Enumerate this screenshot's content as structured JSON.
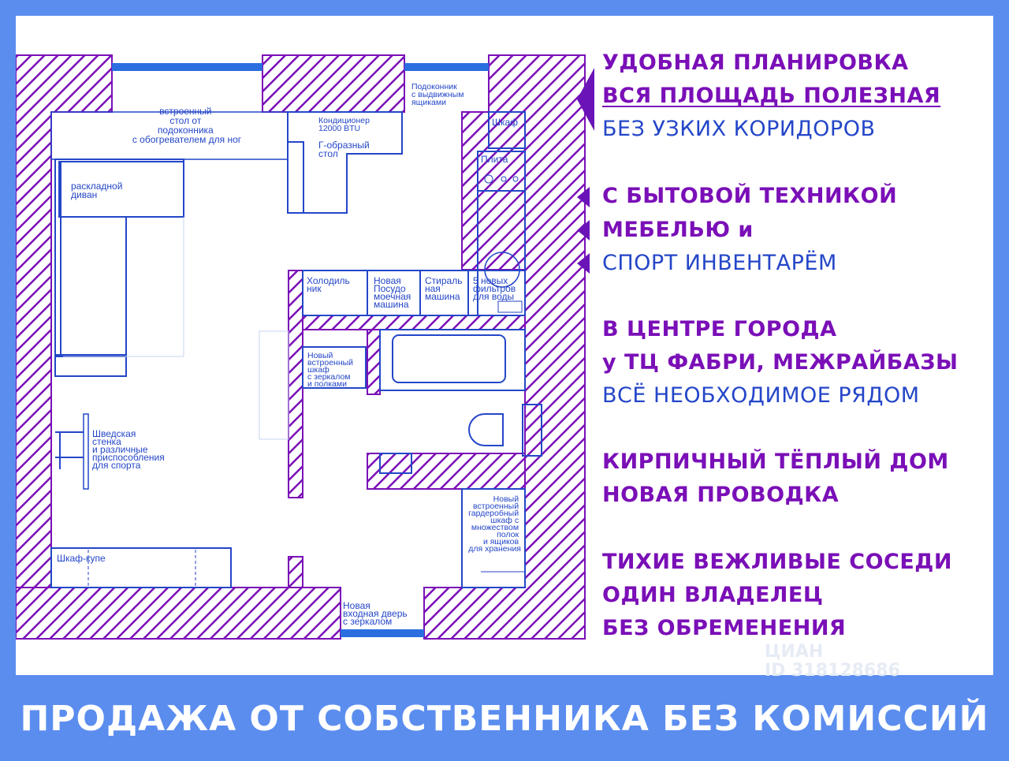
{
  "plan_labels": {
    "desk": [
      "встроенный",
      "стол от",
      "подоконника",
      "с обогревателем для ног"
    ],
    "air_conditioner": [
      "Кондиционер",
      "12000 BTU"
    ],
    "l_desk": [
      "Г-образный",
      "стол"
    ],
    "sill": [
      "Подоконник",
      "с выдвижным",
      "ящиками"
    ],
    "wardrobe_small": "Шкаф",
    "stove": "Плита",
    "sofa": [
      "раскладной",
      "диван"
    ],
    "fridge": [
      "Холодиль",
      "ник"
    ],
    "dishwasher": [
      "Новая",
      "Посудо",
      "моечная",
      "машина"
    ],
    "washer": [
      "Стираль",
      "ная",
      "машина"
    ],
    "filters": [
      "5 новых",
      "фильтров",
      "для воды"
    ],
    "mirror_closet": [
      "Новый",
      "встроенный",
      "шкаф",
      "с зеркалом",
      "и полками"
    ],
    "swedish_wall": [
      "Шведская",
      "стенка",
      "и различные",
      "приспособления",
      "для спорта"
    ],
    "hall_wardrobe": [
      "Новый",
      "встроенный",
      "гардеробный",
      "шкаф с",
      "множеством",
      "полок",
      "и ящиков",
      "для хранения"
    ],
    "coupe": "Шкаф-купе",
    "door": [
      "Новая",
      "входная дверь",
      "с зеркалом"
    ]
  },
  "features": {
    "line1": "УДОБНАЯ ПЛАНИРОВКА",
    "line2": "ВСЯ ПЛОЩАДЬ ПОЛЕЗНАЯ",
    "line3": "БЕЗ УЗКИХ КОРИДОРОВ",
    "line4": "С БЫТОВОЙ ТЕХНИКОЙ",
    "line5": "МЕБЕЛЬЮ и",
    "line6": "СПОРТ ИНВЕНТАРЁМ",
    "line7": "В ЦЕНТРЕ ГОРОДА",
    "line8": "у ТЦ ФАБРИ, МЕЖРАЙБАЗЫ",
    "line9": "ВСЁ НЕОБХОДИМОЕ РЯДОМ",
    "line10": "КИРПИЧНЫЙ ТЁПЛЫЙ ДОМ",
    "line11": "НОВАЯ ПРОВОДКА",
    "line12": "ТИХИЕ ВЕЖЛИВЫЕ СОСЕДИ",
    "line13": "ОДИН ВЛАДЕЛЕЦ",
    "line14": "БЕЗ ОБРЕМЕНЕНИЯ"
  },
  "footer": "ПРОДАЖА ОТ СОБСТВЕННИКА БЕЗ КОМИССИЙ",
  "watermark": [
    "ЦИАН",
    "ID 318128686"
  ],
  "colors": {
    "background": "#5b8def",
    "wall": "#7a0fb7",
    "plan": "#2446c8",
    "accent": "#7a0fb7",
    "text": "#2446c8"
  }
}
